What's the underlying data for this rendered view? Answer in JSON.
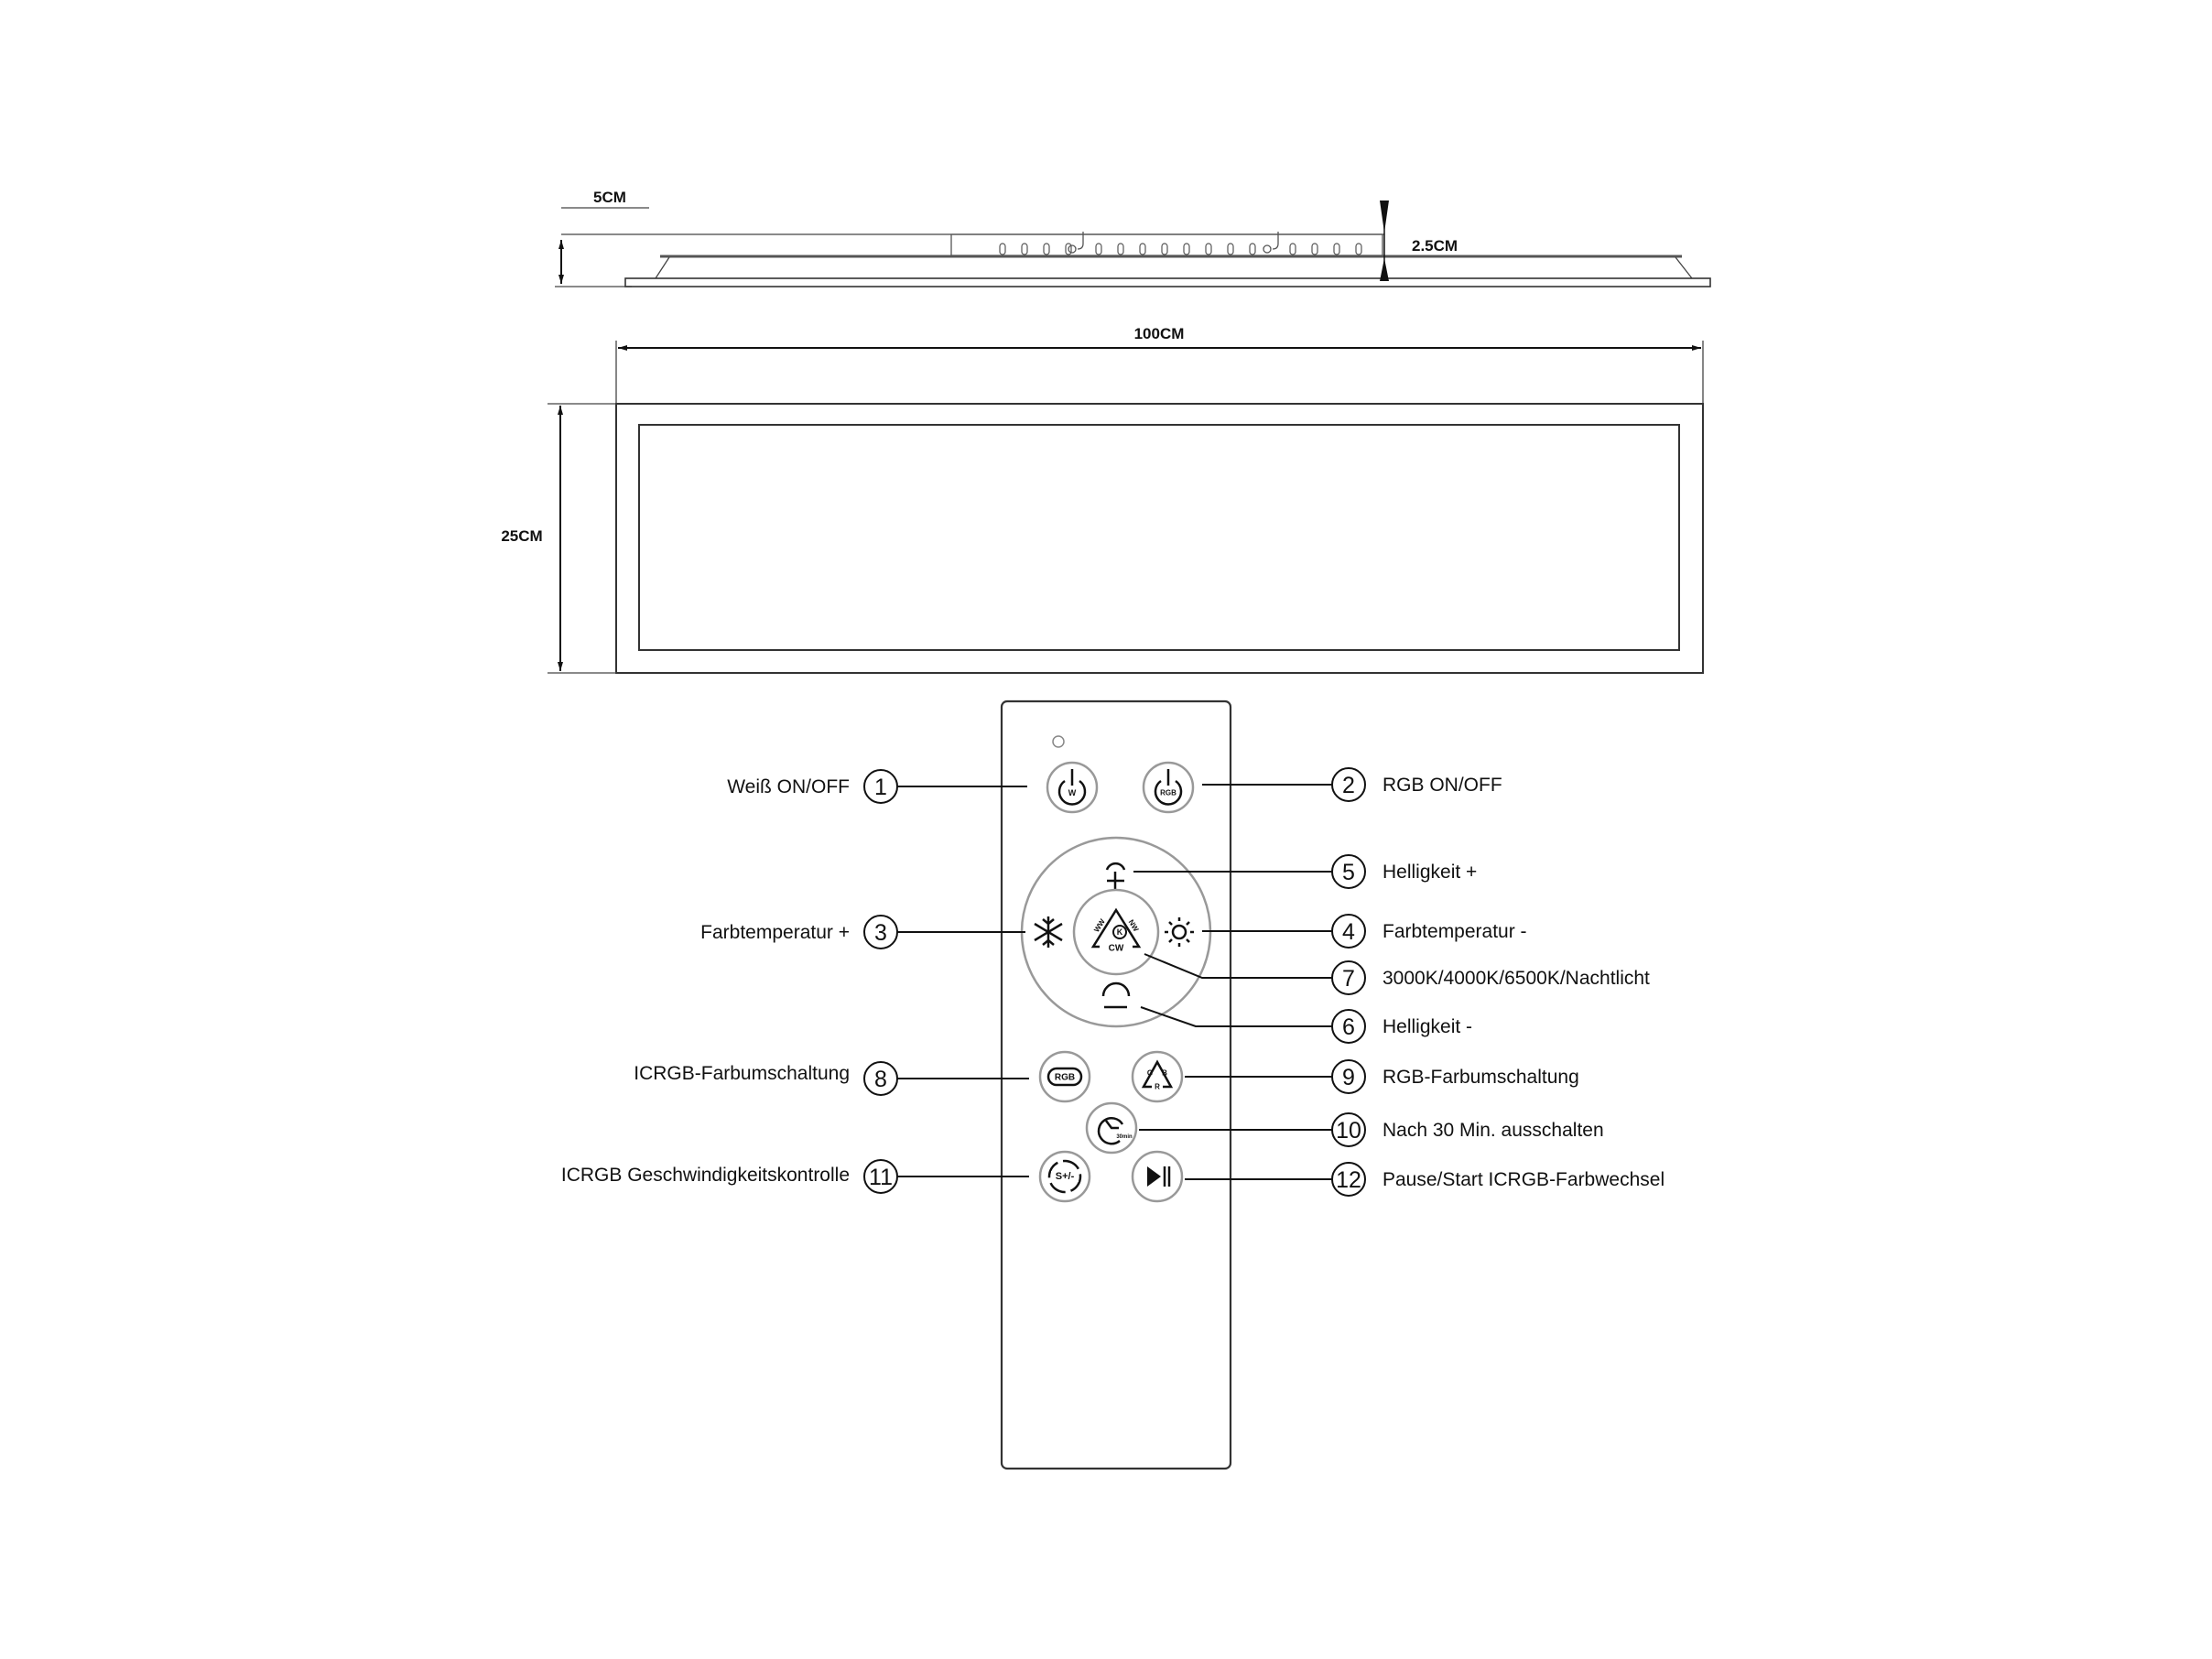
{
  "dimensions": {
    "depth": "5CM",
    "height": "2.5CM",
    "length": "100CM",
    "width": "25CM"
  },
  "remote": {
    "white_power_letter": "W",
    "rgb_power_letter": "RGB",
    "cct_ww": "WW",
    "cct_nw": "NW",
    "cct_cw": "CW",
    "cct_k": "K",
    "icrgb_cycle_text": "RGB",
    "rgb_g": "G",
    "rgb_b": "B",
    "rgb_r": "R",
    "timer_text": "30min",
    "speed_text": "S+/-"
  },
  "callouts": [
    {
      "number": "1",
      "label": "Weiß ON/OFF"
    },
    {
      "number": "2",
      "label": "RGB ON/OFF"
    },
    {
      "number": "3",
      "label": "Farbtemperatur +"
    },
    {
      "number": "4",
      "label": "Farbtemperatur -"
    },
    {
      "number": "5",
      "label": "Helligkeit +"
    },
    {
      "number": "6",
      "label": "Helligkeit -"
    },
    {
      "number": "7",
      "label": "3000K/4000K/6500K/Nachtlicht"
    },
    {
      "number": "8",
      "label": "ICRGB-Farbumschaltung"
    },
    {
      "number": "9",
      "label": "RGB-Farbumschaltung"
    },
    {
      "number": "10",
      "label": "Nach 30 Min. ausschalten"
    },
    {
      "number": "11",
      "label": "ICRGB Geschwindigkeitskontrolle"
    },
    {
      "number": "12",
      "label": "Pause/Start ICRGB-Farbwechsel"
    }
  ]
}
